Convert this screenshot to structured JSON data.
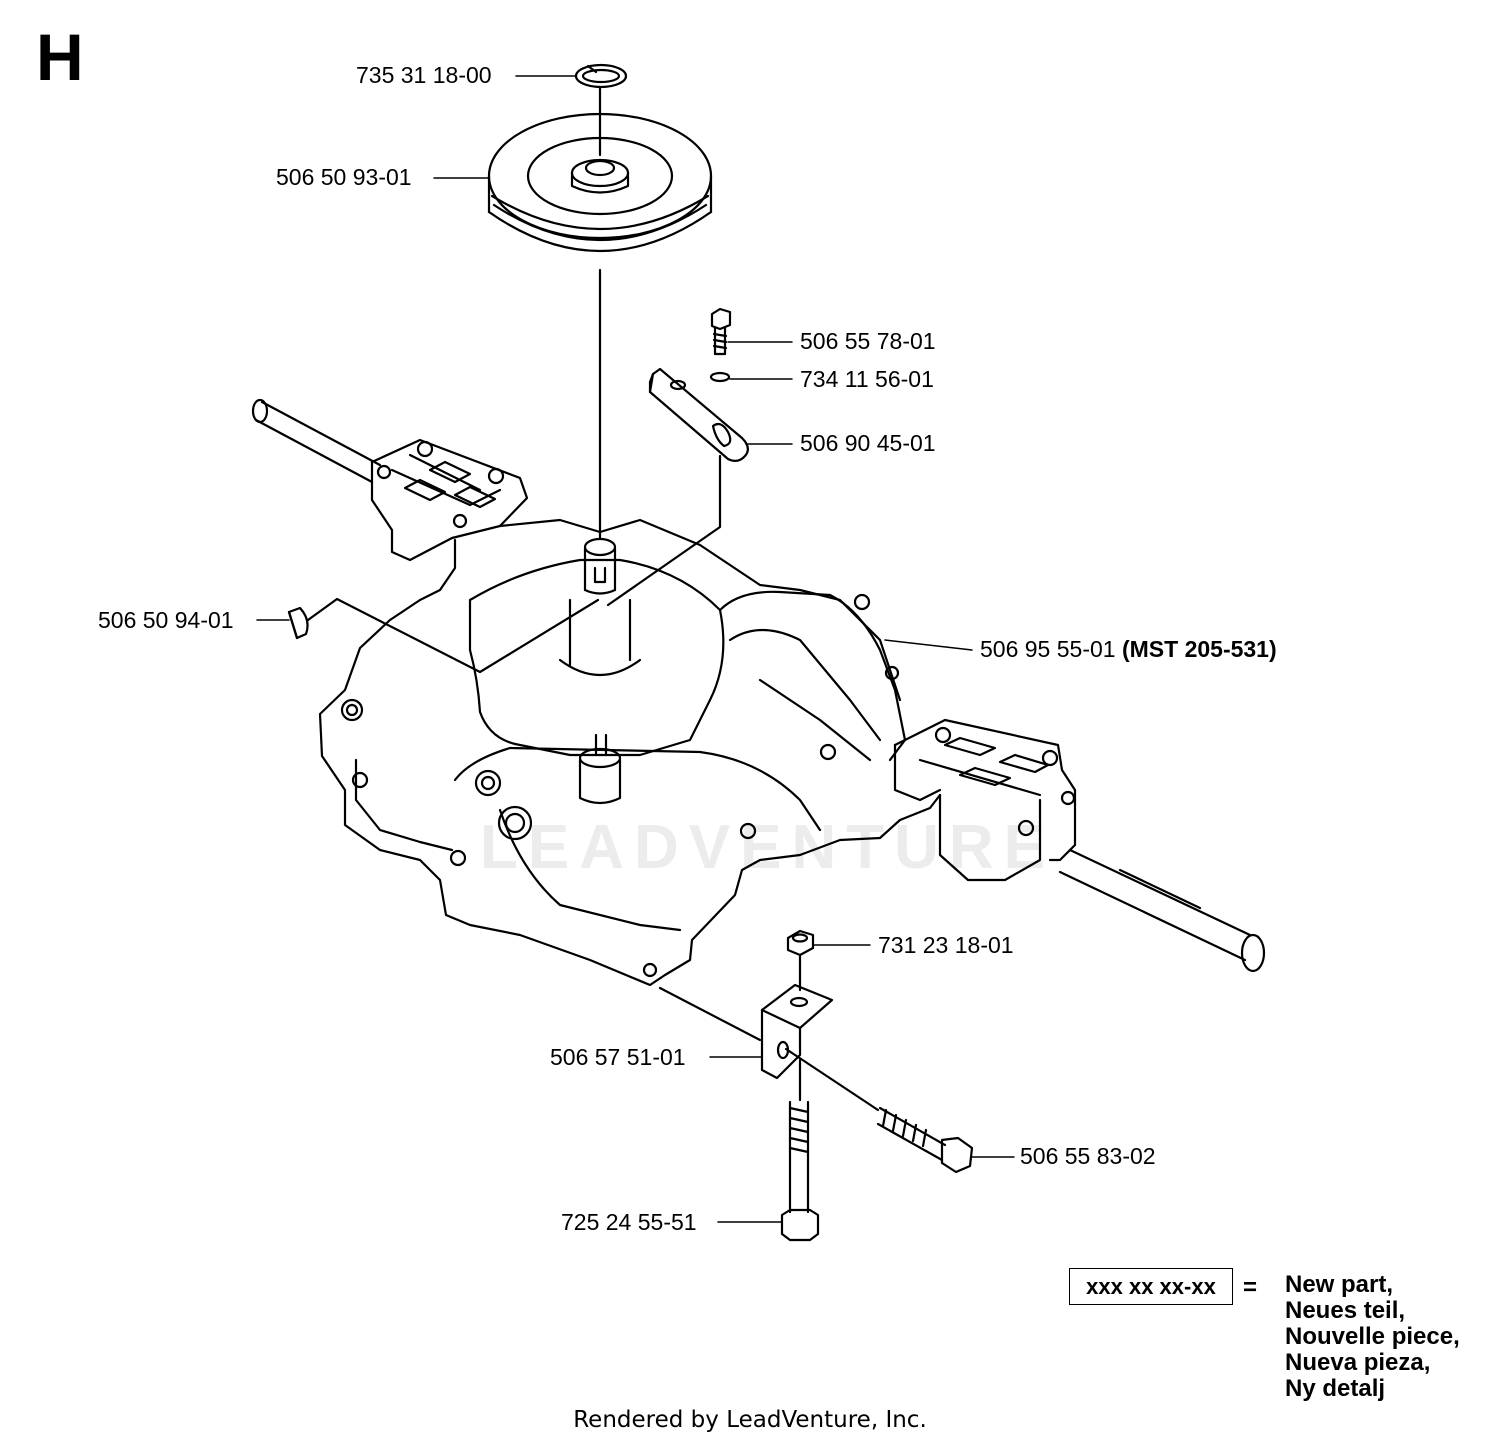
{
  "section_letter": "H",
  "parts": [
    {
      "number": "735 31 18-00"
    },
    {
      "number": "506 50 93-01"
    },
    {
      "number": "506 55 78-01"
    },
    {
      "number": "734 11 56-01"
    },
    {
      "number": "506 90 45-01"
    },
    {
      "number": "506 50 94-01"
    },
    {
      "number": "506 95 55-01",
      "note": "(MST 205-531)"
    },
    {
      "number": "731 23 18-01"
    },
    {
      "number": "506 57 51-01"
    },
    {
      "number": "506 55 83-02"
    },
    {
      "number": "725 24 55-51"
    }
  ],
  "legend": {
    "sample": "xxx xx xx-xx",
    "equals": "=",
    "lines": [
      "New part,",
      "Neues teil,",
      "Nouvelle piece,",
      "Nueva pieza,",
      "Ny detalj"
    ]
  },
  "watermark": "LEADVENTURE",
  "footer": "Rendered by LeadVenture, Inc."
}
